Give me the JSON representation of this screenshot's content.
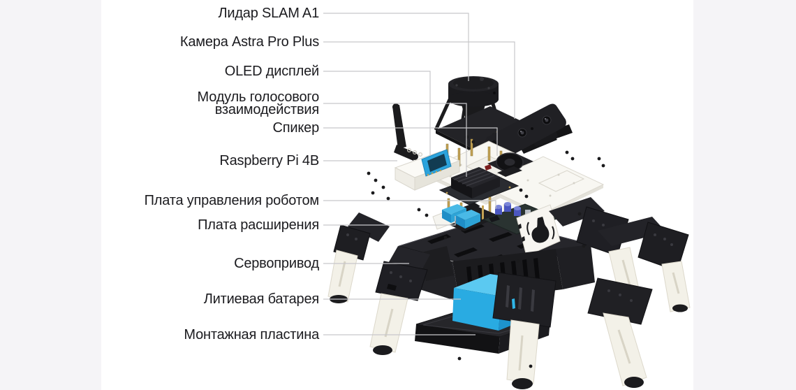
{
  "page": {
    "background_color": "#f5f4f7",
    "image_background_color": "#ffffff"
  },
  "diagram": {
    "labels": [
      {
        "id": "lidar",
        "text": "Лидар SLAM A1"
      },
      {
        "id": "camera",
        "text": "Камера Astra Pro Plus"
      },
      {
        "id": "oled-display",
        "text": "OLED дисплей"
      },
      {
        "id": "voice-module",
        "text": "Модуль голосового взаимодействия"
      },
      {
        "id": "speaker",
        "text": "Спикер"
      },
      {
        "id": "raspberry-pi",
        "text": "Raspberry Pi 4B"
      },
      {
        "id": "control-board",
        "text": "Плата управления роботом"
      },
      {
        "id": "expansion-board",
        "text": "Плата расширения"
      },
      {
        "id": "servo",
        "text": "Сервопривод"
      },
      {
        "id": "battery",
        "text": "Литиевая батарея"
      },
      {
        "id": "mounting-plate",
        "text": "Монтажная пластина"
      }
    ],
    "colors": {
      "label_text": "#1b1b1f",
      "leader_line": "#c7c7ca",
      "battery_blue": "#29abe2",
      "part_black": "#202024",
      "part_white": "#f8f7f2"
    }
  }
}
